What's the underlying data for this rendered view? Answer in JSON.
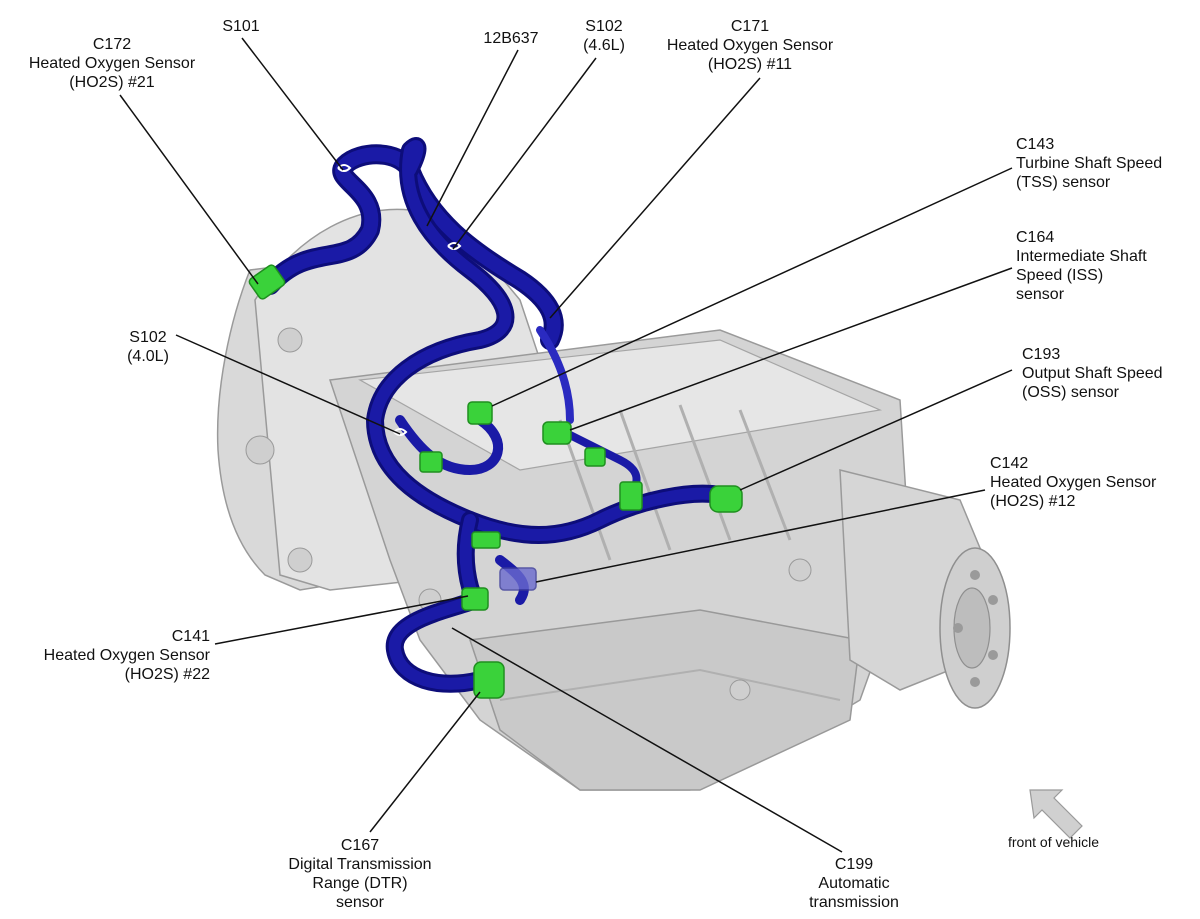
{
  "colors": {
    "background": "#ffffff",
    "housing": "#d9d9d9",
    "housing_shade": "#b5b5b5",
    "housing_light": "#ededed",
    "harness": "#1a1aa6",
    "harness_dark": "#0d0d7a",
    "connector": "#3ad23a",
    "connector_dark": "#1f8f1f",
    "leader": "#111111",
    "arrow": "#d0d0d0"
  },
  "labels": {
    "c172": [
      "C172",
      "Heated Oxygen Sensor",
      "(HO2S) #21"
    ],
    "s101": [
      "S101"
    ],
    "p12b637": [
      "12B637"
    ],
    "s102_46": [
      "S102",
      "(4.6L)"
    ],
    "c171": [
      "C171",
      "Heated Oxygen Sensor",
      "(HO2S) #11"
    ],
    "c143": [
      "C143",
      "Turbine Shaft Speed",
      "(TSS) sensor"
    ],
    "c164": [
      "C164",
      "Intermediate Shaft",
      "Speed (ISS)",
      "sensor"
    ],
    "s102_40": [
      "S102",
      "(4.0L)"
    ],
    "c193": [
      "C193",
      "Output Shaft Speed",
      "(OSS) sensor"
    ],
    "c142": [
      "C142",
      "Heated Oxygen Sensor",
      "(HO2S) #12"
    ],
    "c141": [
      "C141",
      "Heated Oxygen Sensor",
      "(HO2S) #22"
    ],
    "c167": [
      "C167",
      "Digital Transmission",
      "Range (DTR)",
      "sensor"
    ],
    "c199": [
      "C199",
      "Automatic",
      "transmission"
    ],
    "front": [
      "front of vehicle"
    ]
  },
  "icons": {
    "direction": "front-arrow-icon"
  }
}
